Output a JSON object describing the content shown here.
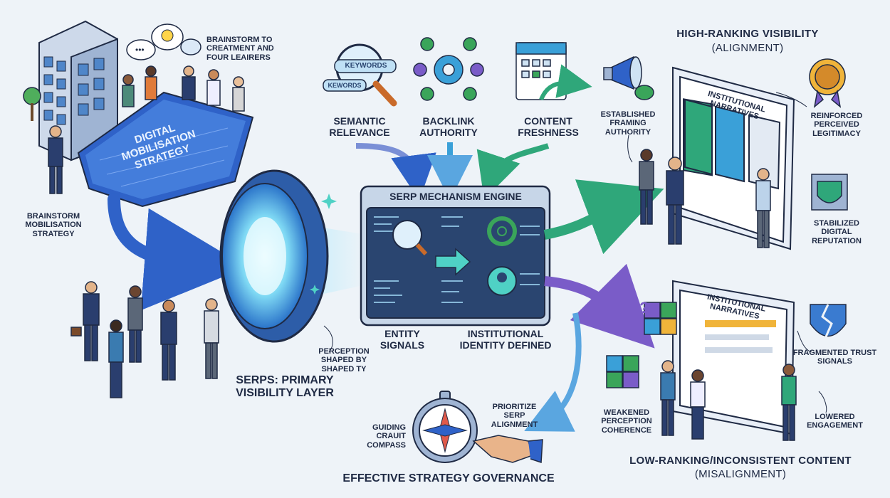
{
  "labels": {
    "brainstorm_top": "Brainstorm to creatment and four leairers",
    "blueprint": "Digital Mobilisation Strategy",
    "brainstorm_left": "Brainstorm mobilisation strategy",
    "serps": "SERPs: Primary Visibility Layer",
    "perception": "Perception shaped by shaped TY",
    "keywords_top": "Keywords",
    "keywords_bottom": "Kewords",
    "semantic": "Semantic Relevance",
    "backlink": "Backlink Authority",
    "freshness": "Content Freshness",
    "engine_title": "SERP Mechanism Engine",
    "entity_signals": "Entity Signals",
    "institutional_identity": "Institutional Identity Defined",
    "high_title": "High-Ranking Visibility",
    "high_sub": "(Alignment)",
    "established": "Established framing authority",
    "narratives_top": "Institutional Narratives",
    "reinforced": "Reinforced perceived legitimacy",
    "stabilized": "Stabilized digital reputation",
    "narratives_bottom": "Institutional Narratives",
    "fragmented": "Fragmented trust signals",
    "weakened": "Weakened perception coherence",
    "lowered": "Lowered engagement",
    "low_title": "Low-Ranking/Inconsistent Content",
    "low_sub": "(Misalignment)",
    "guiding": "Guiding crauit compass",
    "prioritize": "Prioritize SERP alignment",
    "governance": "Effective Strategy Governance"
  },
  "colors": {
    "blue_arrow": "#2f62c8",
    "green_arrow": "#2fa77a",
    "purple_arrow": "#7a5cc8",
    "engine_panel": "#2a4570",
    "portal": "#3ab4e8"
  }
}
